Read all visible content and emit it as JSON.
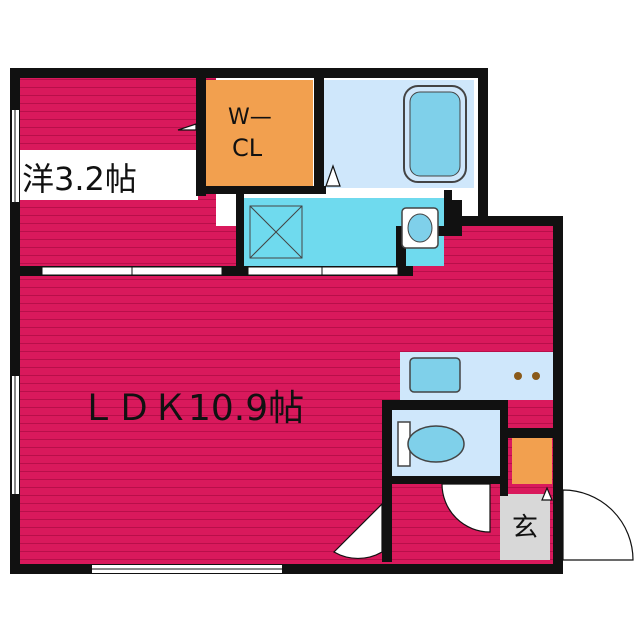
{
  "rooms": {
    "western": {
      "label": "洋3.2帖"
    },
    "ldk": {
      "label": "ＬＤＫ10.9帖"
    },
    "walk_in_closet": {
      "label_line1": "W—",
      "label_line2": "CL"
    },
    "genkan": {
      "label": "玄"
    }
  },
  "colors": {
    "floor": "#d9195c",
    "floor_line": "#b80f4a",
    "closet": "#f2a04f",
    "bath": "#cfe7fb",
    "washroom": "#6fdaee",
    "fixture": "#7fd0ea",
    "entry": "#d8d8d8",
    "wall": "#111111"
  }
}
